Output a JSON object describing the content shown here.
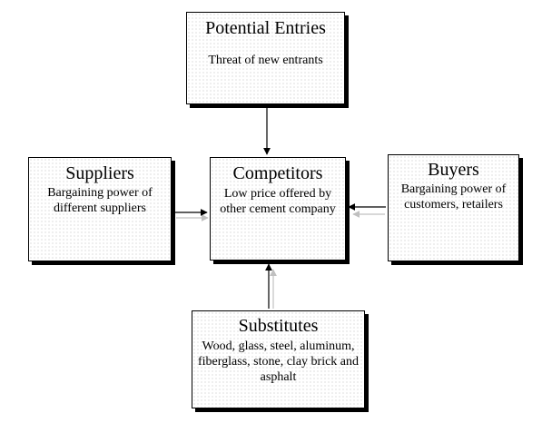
{
  "nodes": {
    "potential_entries": {
      "title": "Potential Entries",
      "description": "Threat of new entrants"
    },
    "suppliers": {
      "title": "Suppliers",
      "description": "Bargaining power of different suppliers"
    },
    "competitors": {
      "title": "Competitors",
      "description": "Low price offered by other cement company"
    },
    "buyers": {
      "title": "Buyers",
      "description": "Bargaining power of customers, retailers"
    },
    "substitutes": {
      "title": "Substitutes",
      "description": "Wood, glass, steel, aluminum, fiberglass, stone, clay brick and asphalt"
    }
  },
  "edges": [
    {
      "from": "potential_entries",
      "to": "competitors"
    },
    {
      "from": "suppliers",
      "to": "competitors"
    },
    {
      "from": "buyers",
      "to": "competitors"
    },
    {
      "from": "substitutes",
      "to": "competitors"
    }
  ],
  "colors": {
    "arrow": "#000000",
    "arrow_shadow": "#c0c0c0",
    "box_dots": "#c4c4c4",
    "box_shadow": "#000000"
  }
}
